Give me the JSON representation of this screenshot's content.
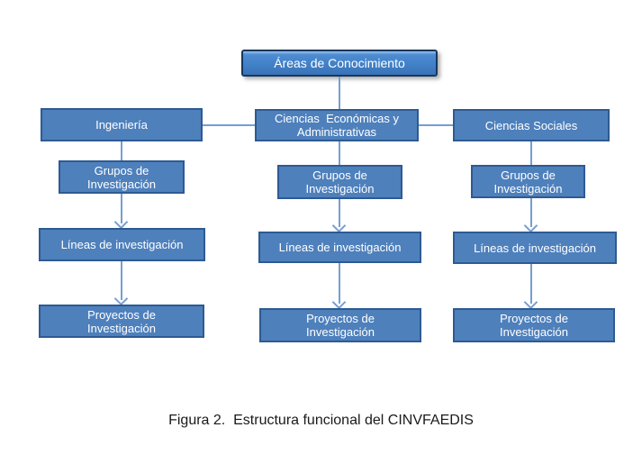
{
  "figure": {
    "root_label": "Áreas de Conocimiento",
    "columns": [
      {
        "header": [
          "Ingeniería"
        ],
        "nodes": [
          [
            "Grupos de",
            "Investigación"
          ],
          [
            "Líneas de investigación"
          ],
          [
            "Proyectos de",
            "Investigación"
          ]
        ]
      },
      {
        "header": [
          "Ciencias  Económicas y",
          "Administrativas"
        ],
        "nodes": [
          [
            "Grupos de",
            "Investigación"
          ],
          [
            "Líneas de investigación"
          ],
          [
            "Proyectos de",
            "Investigación"
          ]
        ]
      },
      {
        "header": [
          "Ciencias Sociales"
        ],
        "nodes": [
          [
            "Grupos de",
            "Investigación"
          ],
          [
            "Líneas de investigación"
          ],
          [
            "Proyectos de",
            "Investigación"
          ]
        ]
      }
    ],
    "caption": "Figura 2.  Estructura funcional del CINVFAEDIS",
    "colors": {
      "box_fill": "#4E80BC",
      "box_border": "#2E5A92",
      "root_gradient_top": "#9AC2EA",
      "root_gradient_bottom": "#3A72B6",
      "root_border": "#17375E",
      "connector": "#759FD3",
      "box_text": "#FFFFFF",
      "caption_text": "#1A1A1A"
    }
  }
}
